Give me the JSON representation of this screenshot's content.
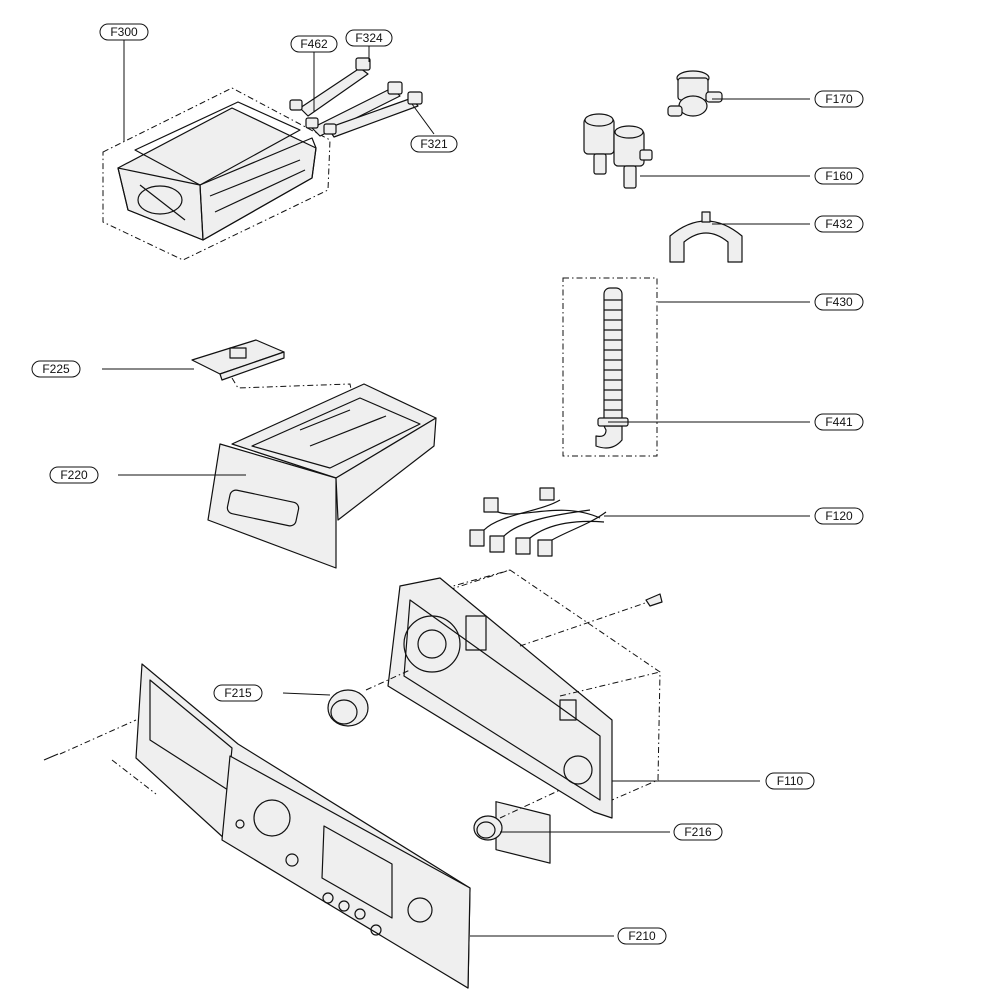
{
  "diagram": {
    "callouts": [
      {
        "label": "F300"
      },
      {
        "label": "F462"
      },
      {
        "label": "F324"
      },
      {
        "label": "F321"
      },
      {
        "label": "F170"
      },
      {
        "label": "F160"
      },
      {
        "label": "F432"
      },
      {
        "label": "F430"
      },
      {
        "label": "F441"
      },
      {
        "label": "F225"
      },
      {
        "label": "F220"
      },
      {
        "label": "F120"
      },
      {
        "label": "F215"
      },
      {
        "label": "F110"
      },
      {
        "label": "F216"
      },
      {
        "label": "F210"
      }
    ]
  }
}
